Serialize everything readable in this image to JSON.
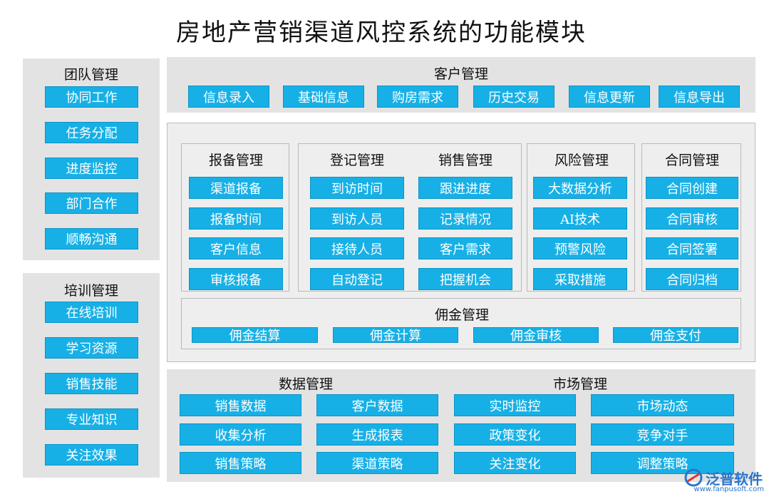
{
  "title": "房地产营销渠道风控系统的功能模块",
  "team": {
    "title": "团队管理",
    "items": [
      "协同工作",
      "任务分配",
      "进度监控",
      "部门合作",
      "顺畅沟通"
    ]
  },
  "training": {
    "title": "培训管理",
    "items": [
      "在线培训",
      "学习资源",
      "销售技能",
      "专业知识",
      "关注效果"
    ]
  },
  "customer": {
    "title": "客户管理",
    "items": [
      "信息录入",
      "基础信息",
      "购房需求",
      "历史交易",
      "信息更新",
      "信息导出"
    ]
  },
  "filing": {
    "title": "报备管理",
    "items": [
      "渠道报备",
      "报备时间",
      "客户信息",
      "审核报备"
    ]
  },
  "register": {
    "title": "登记管理",
    "items": [
      "到访时间",
      "到访人员",
      "接待人员",
      "自动登记"
    ]
  },
  "sales": {
    "title": "销售管理",
    "items": [
      "跟进进度",
      "记录情况",
      "客户需求",
      "把握机会"
    ]
  },
  "risk": {
    "title": "风险管理",
    "items": [
      "大数据分析",
      "AI技术",
      "预警风险",
      "采取措施"
    ]
  },
  "contract": {
    "title": "合同管理",
    "items": [
      "合同创建",
      "合同审核",
      "合同签署",
      "合同归档"
    ]
  },
  "commission": {
    "title": "佣金管理",
    "items": [
      "佣金结算",
      "佣金计算",
      "佣金审核",
      "佣金支付"
    ]
  },
  "data": {
    "title": "数据管理",
    "items": [
      "销售数据",
      "客户数据",
      "收集分析",
      "生成报表",
      "销售策略",
      "渠道策略"
    ]
  },
  "market": {
    "title": "市场管理",
    "items": [
      "实时监控",
      "市场动态",
      "政策变化",
      "竞争对手",
      "关注变化",
      "调整策略"
    ]
  },
  "logo": {
    "text": "泛普软件",
    "url": "www.fanpusoft.com"
  }
}
